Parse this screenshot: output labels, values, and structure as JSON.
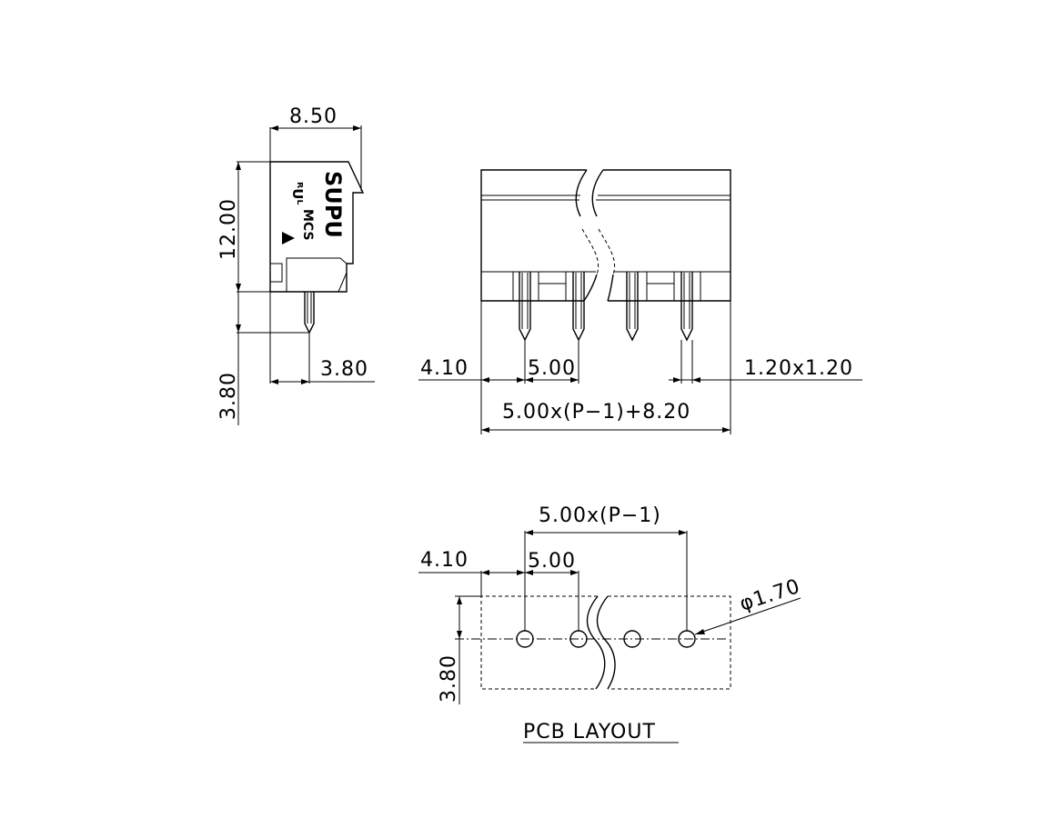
{
  "side_view": {
    "width_dim": "8.50",
    "height_dim": "12.00",
    "pin_offset_dim": "3.80",
    "pin_length_dim": "3.80",
    "brand": "SUPU",
    "model": "MCS"
  },
  "front_view": {
    "edge_dim": "4.10",
    "pitch_dim": "5.00",
    "pin_size_dim": "1.20x1.20",
    "total_length_dim": "5.00x(P−1)+8.20"
  },
  "pcb_layout": {
    "span_dim": "5.00x(P−1)",
    "edge_dim": "4.10",
    "pitch_dim": "5.00",
    "hole_dim": "φ1.70",
    "row_offset_dim": "3.80",
    "caption": "PCB LAYOUT"
  }
}
